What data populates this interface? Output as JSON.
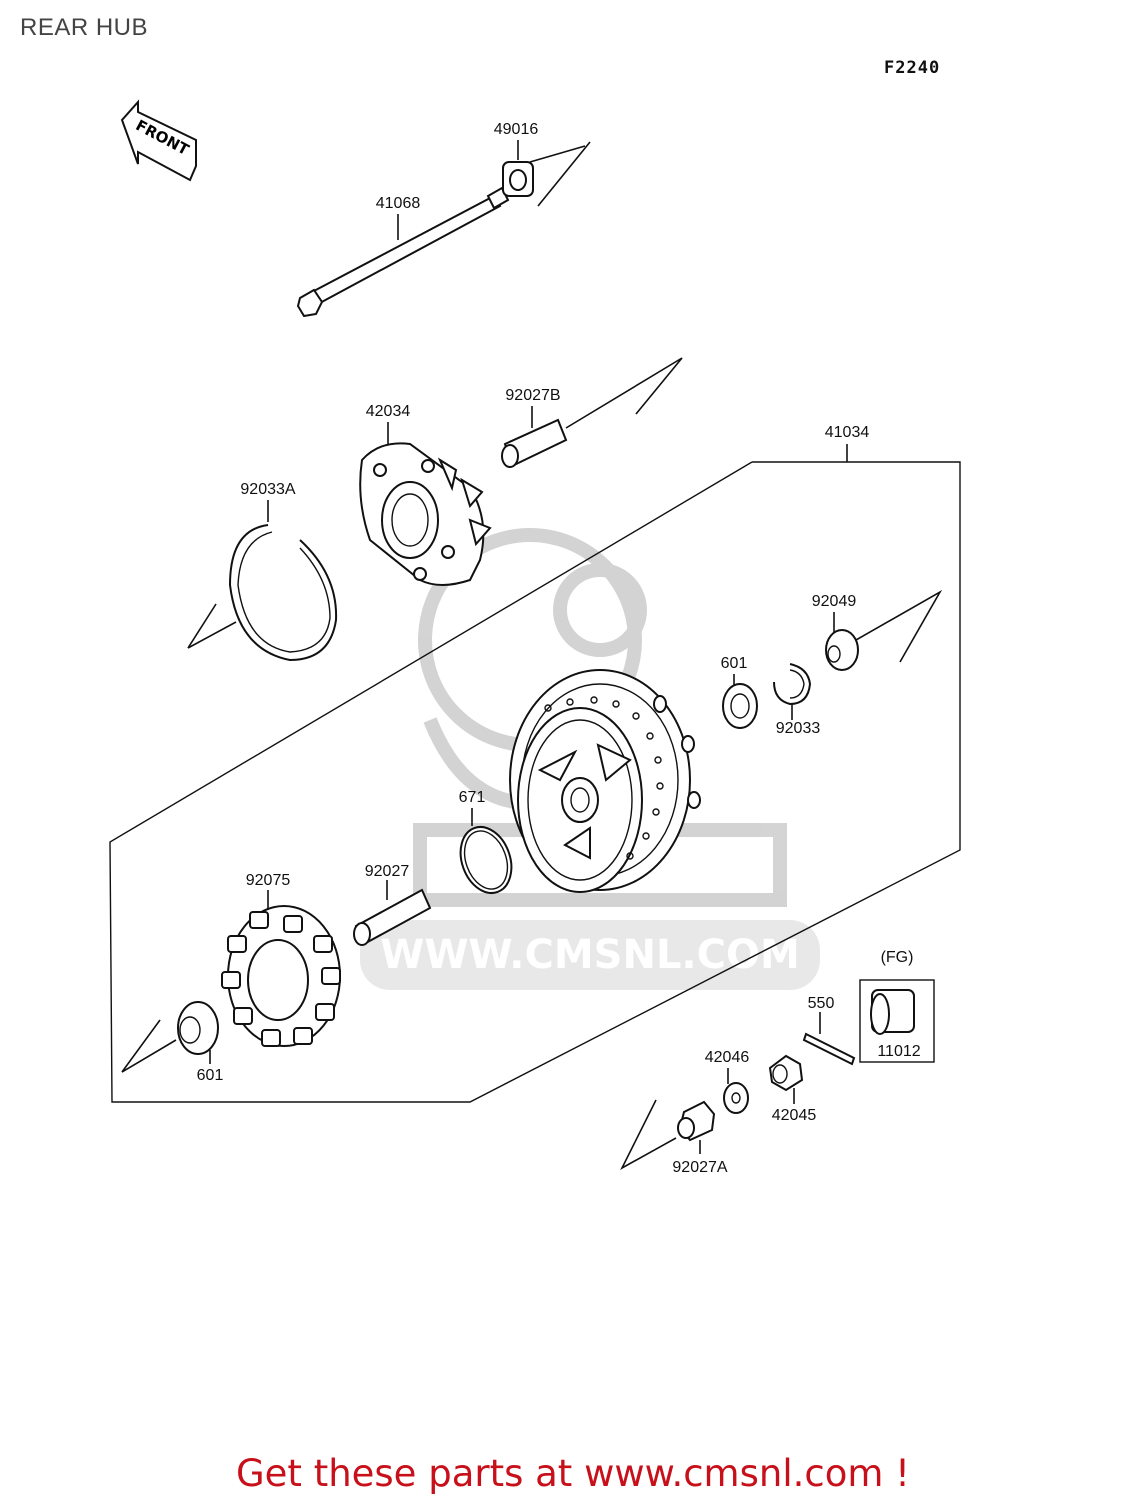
{
  "title": "REAR HUB",
  "diagram_code": "F2240",
  "front_label": "FRONT",
  "watermark_text": "WWW.CMSNL.COM",
  "footer_text": "Get these parts at www.cmsnl.com !",
  "footer_color": "#c8101a",
  "parts": [
    {
      "id": "49016"
    },
    {
      "id": "41068"
    },
    {
      "id": "42034"
    },
    {
      "id": "92027B"
    },
    {
      "id": "41034"
    },
    {
      "id": "92033A"
    },
    {
      "id": "92049"
    },
    {
      "id": "601"
    },
    {
      "id": "92033"
    },
    {
      "id": "671"
    },
    {
      "id": "92075"
    },
    {
      "id": "92027"
    },
    {
      "id": "601"
    },
    {
      "id": "FG"
    },
    {
      "id": "550"
    },
    {
      "id": "11012"
    },
    {
      "id": "42046"
    },
    {
      "id": "42045"
    },
    {
      "id": "92027A"
    }
  ],
  "fg_label": "(FG)"
}
